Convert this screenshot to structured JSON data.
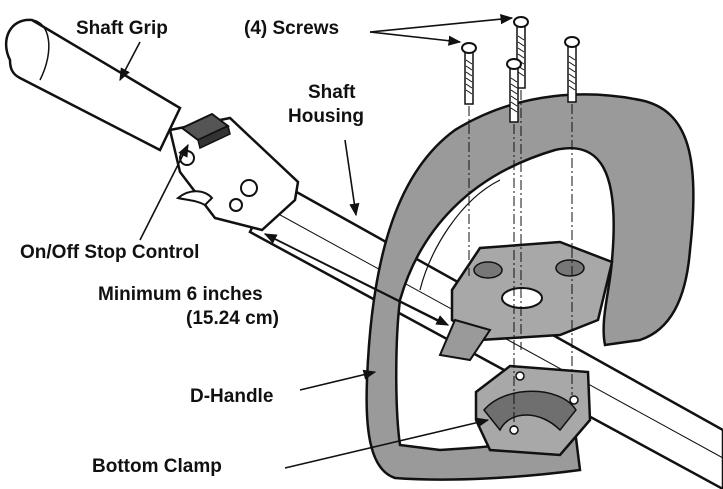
{
  "labels": {
    "shaft_grip": "Shaft Grip",
    "screws": "(4) Screws",
    "shaft_housing_line1": "Shaft",
    "shaft_housing_line2": "Housing",
    "stop_control": "On/Off Stop Control",
    "min_distance_line1": "Minimum 6 inches",
    "min_distance_line2": "(15.24 cm)",
    "d_handle": "D-Handle",
    "bottom_clamp": "Bottom Clamp"
  },
  "colors": {
    "outline": "#111111",
    "handle_fill": "#9a9a9a",
    "clamp_fill": "#a8a8a8",
    "shaft_fill": "#ffffff"
  }
}
